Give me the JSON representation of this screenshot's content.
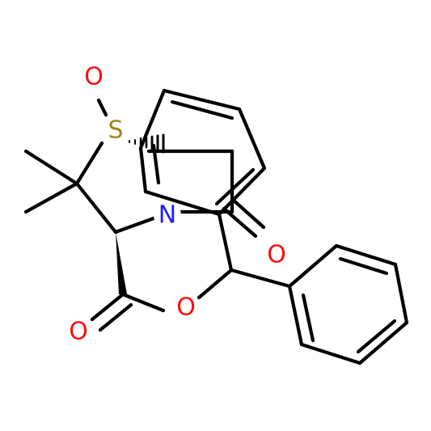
{
  "molecule": {
    "atoms": {
      "sulfoxide_o": {
        "symbol": "O",
        "color": "#ff0d0d"
      },
      "sulfur": {
        "symbol": "S",
        "color": "#9a8a1e"
      },
      "nitrogen": {
        "symbol": "N",
        "color": "#1f1fff"
      },
      "lactam_o": {
        "symbol": "O",
        "color": "#ff0d0d"
      },
      "ester_o": {
        "symbol": "O",
        "color": "#ff0d0d"
      },
      "carbonyl_o": {
        "symbol": "O",
        "color": "#ff0d0d"
      }
    },
    "bond_color": "#000000",
    "background": "#ffffff"
  }
}
